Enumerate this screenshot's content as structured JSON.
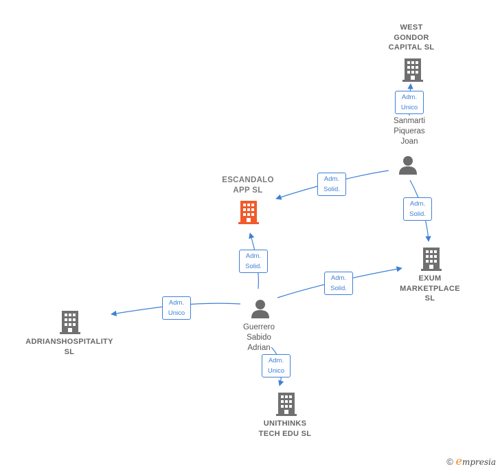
{
  "colors": {
    "edge": "#3d80d6",
    "building": "#707070",
    "building_main": "#f15a2b",
    "person": "#6b6b6b"
  },
  "nodes": {
    "west_gondor": {
      "lines": [
        "WEST",
        "GONDOR",
        "CAPITAL  SL"
      ],
      "icon": "building-icon"
    },
    "sanmarti": {
      "lines": [
        "Sanmarti",
        "Piqueras",
        "Joan"
      ],
      "icon": "person-icon"
    },
    "escandalo": {
      "lines": [
        "ESCANDALO",
        "APP  SL"
      ],
      "icon": "building-icon"
    },
    "exum": {
      "lines": [
        "EXUM",
        "MARKETPLACE",
        "SL"
      ],
      "icon": "building-icon"
    },
    "guerrero": {
      "lines": [
        "Guerrero",
        "Sabido",
        "Adrian"
      ],
      "icon": "person-icon"
    },
    "adrians": {
      "lines": [
        "ADRIANSHOSPITALITY",
        "SL"
      ],
      "icon": "building-icon"
    },
    "unithinks": {
      "lines": [
        "UNITHINKS",
        "TECH EDU  SL"
      ],
      "icon": "building-icon"
    }
  },
  "edges": [
    {
      "id": "e1",
      "from": "sanmarti",
      "to": "west_gondor",
      "label": [
        "Adm.",
        "Unico"
      ]
    },
    {
      "id": "e2",
      "from": "sanmarti",
      "to": "escandalo",
      "label": [
        "Adm.",
        "Solid."
      ]
    },
    {
      "id": "e3",
      "from": "sanmarti",
      "to": "exum",
      "label": [
        "Adm.",
        "Solid."
      ]
    },
    {
      "id": "e4",
      "from": "guerrero",
      "to": "escandalo",
      "label": [
        "Adm.",
        "Solid."
      ]
    },
    {
      "id": "e5",
      "from": "guerrero",
      "to": "exum",
      "label": [
        "Adm.",
        "Solid."
      ]
    },
    {
      "id": "e6",
      "from": "guerrero",
      "to": "adrians",
      "label": [
        "Adm.",
        "Unico"
      ]
    },
    {
      "id": "e7",
      "from": "guerrero",
      "to": "unithinks",
      "label": [
        "Adm.",
        "Unico"
      ]
    }
  ],
  "footer": {
    "copyright": "©",
    "brand_initial": "e",
    "brand_rest": "mpresia"
  }
}
